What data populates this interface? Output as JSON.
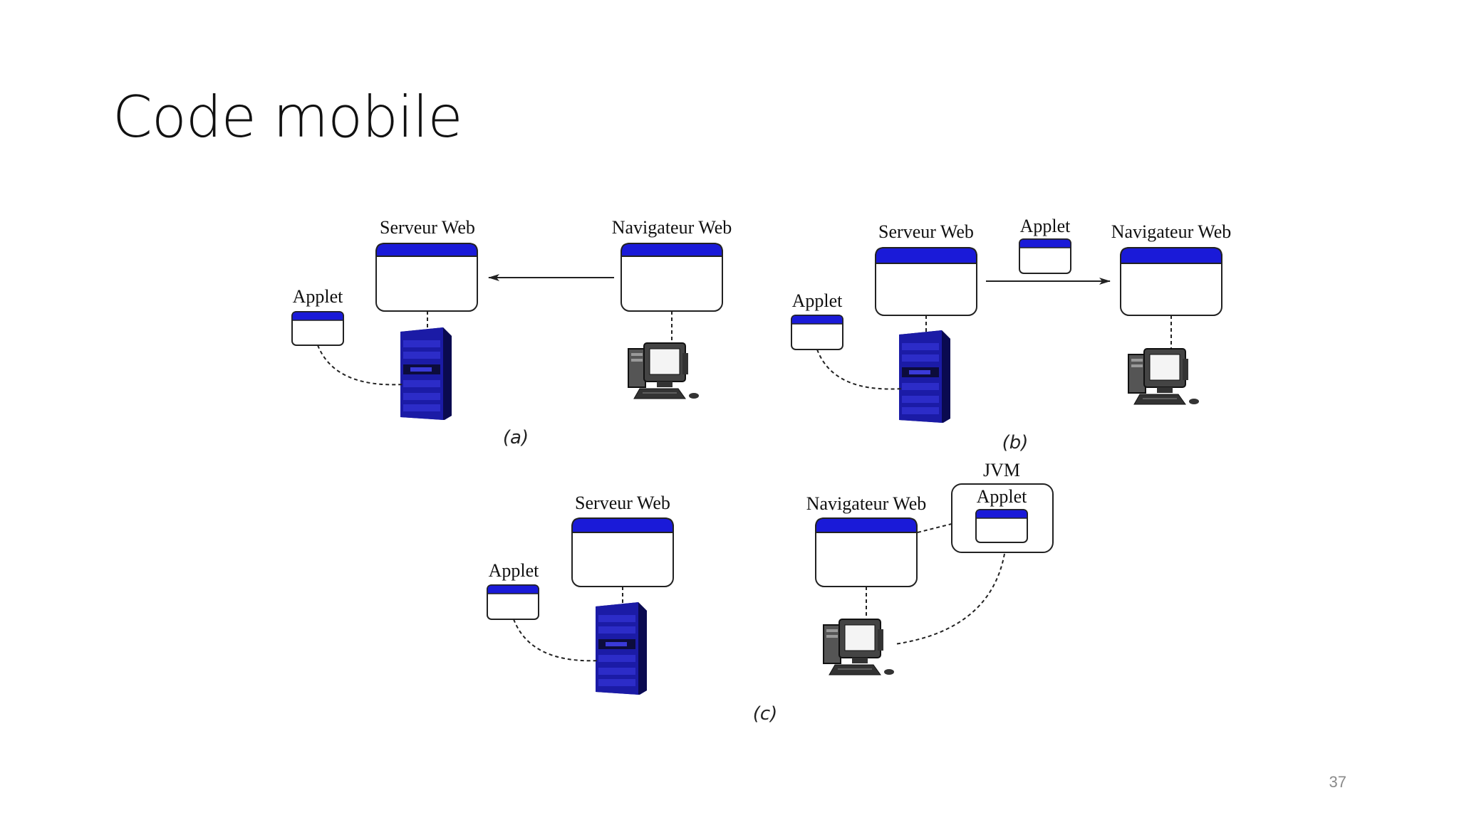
{
  "slide": {
    "title": "Code mobile",
    "page_number": "37"
  },
  "colors": {
    "window_bar": "#1a1ad8",
    "server": "#1b1ba6",
    "line": "#222222"
  },
  "diagram_a": {
    "server_label": "Serveur Web",
    "browser_label": "Navigateur Web",
    "applet_label": "Applet",
    "caption": "(a)"
  },
  "diagram_b": {
    "server_label": "Serveur Web",
    "browser_label": "Navigateur Web",
    "applet_label": "Applet",
    "transfer_applet_label": "Applet",
    "caption": "(b)"
  },
  "diagram_c": {
    "server_label": "Serveur Web",
    "browser_label": "Navigateur Web",
    "applet_label": "Applet",
    "jvm_label": "JVM",
    "jvm_applet_label": "Applet",
    "caption": "(c)"
  }
}
